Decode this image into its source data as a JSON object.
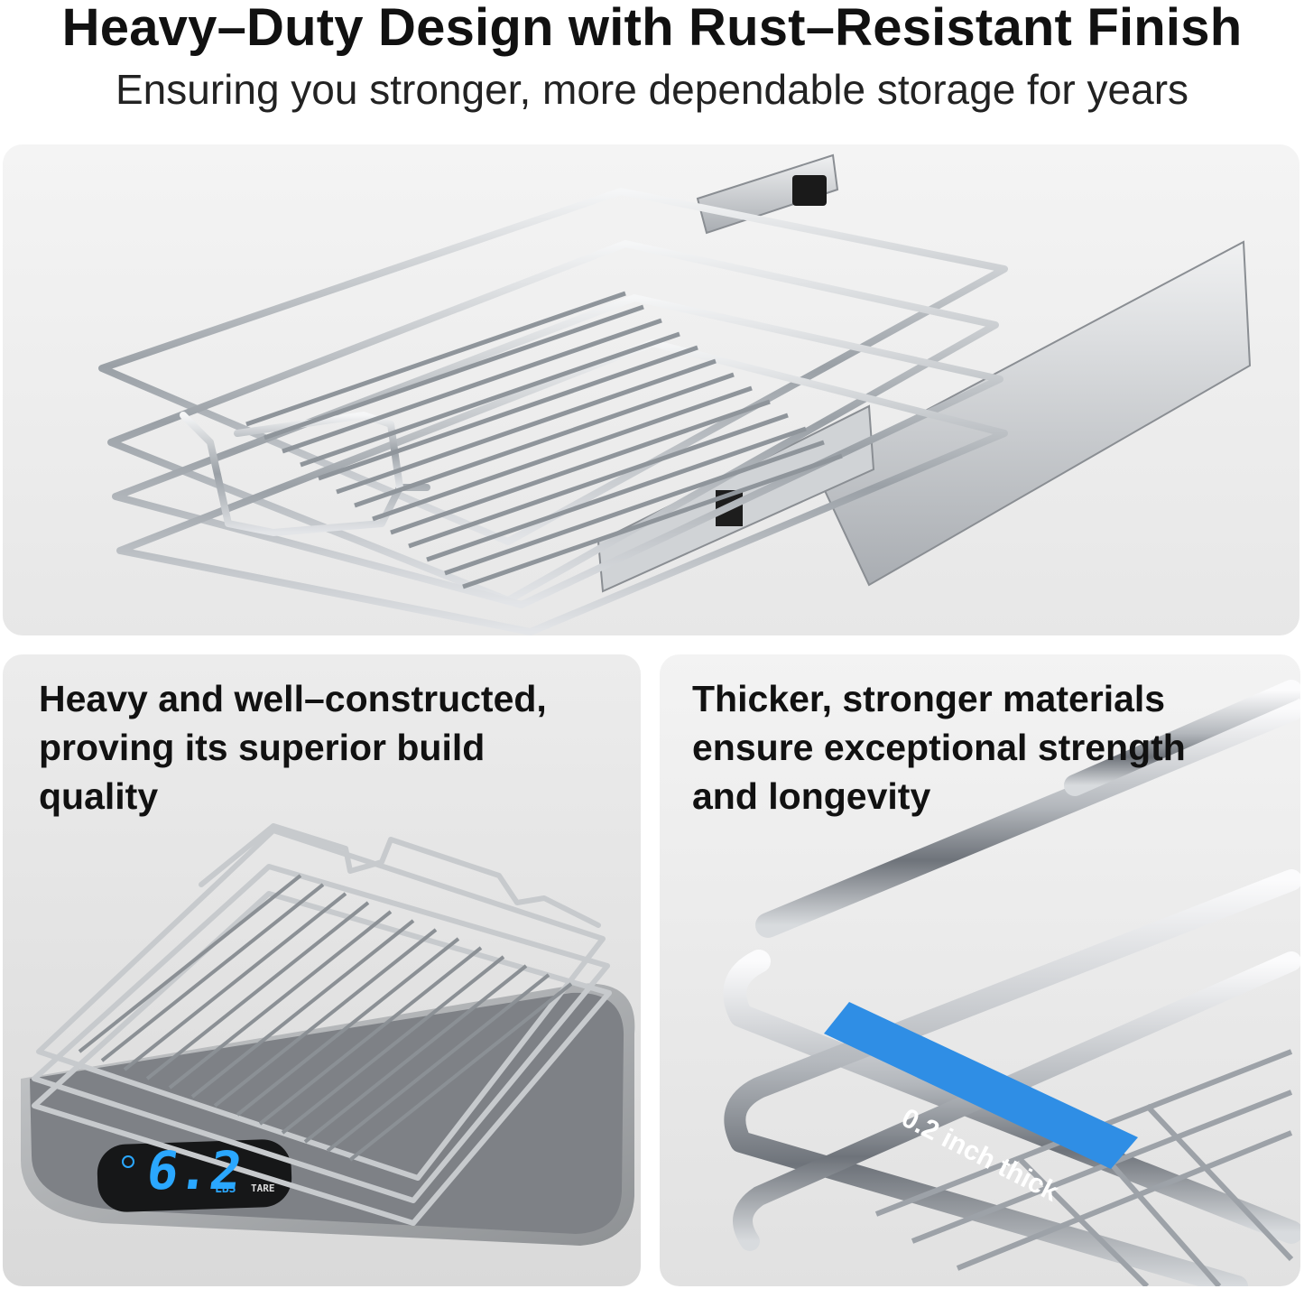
{
  "header": {
    "title": "Heavy–Duty Design with Rust–Resistant Finish",
    "subtitle": "Ensuring you stronger, more dependable storage for years"
  },
  "panels": {
    "top": {
      "image": "pull-out-wire-basket-with-slide-rails"
    },
    "left": {
      "caption": "Heavy and well–constructed,\nproving its superior build\nquality",
      "scale": {
        "value": "6.2",
        "unit": "LBS",
        "button": "TARE"
      }
    },
    "right": {
      "caption": "Thicker, stronger materials\nensure exceptional strength\nand longevity",
      "thickness_label": "0.2 inch thick"
    }
  },
  "colors": {
    "accent_blue": "#2f8ee5",
    "display_blue": "#2aa7ff",
    "chrome": "#b8bcc2"
  }
}
